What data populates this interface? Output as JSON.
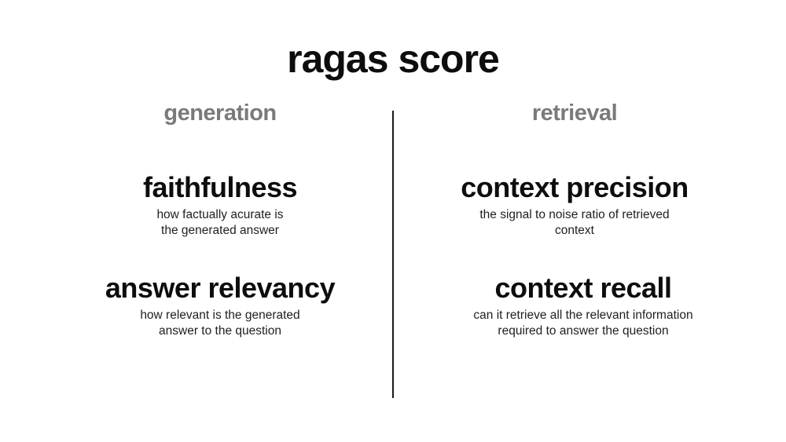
{
  "title": "ragas score",
  "colors": {
    "background": "#ffffff",
    "heading": "#0d0d0d",
    "section_header": "#7a7a7a",
    "body_text": "#1f1f1f",
    "divider": "#1a1a1a"
  },
  "columns": [
    {
      "header": "generation",
      "items": [
        {
          "title": "faithfulness",
          "description_lines": [
            "how factually acurate is",
            "the generated answer"
          ]
        },
        {
          "title": "answer relevancy",
          "description_lines": [
            "how relevant is the generated",
            "answer to the question"
          ]
        }
      ]
    },
    {
      "header": "retrieval",
      "items": [
        {
          "title": "context precision",
          "description_lines": [
            "the signal to noise ratio of retrieved",
            "context"
          ]
        },
        {
          "title": "context recall",
          "description_lines": [
            "can it retrieve all the relevant information",
            "required to answer the question"
          ]
        }
      ]
    }
  ]
}
